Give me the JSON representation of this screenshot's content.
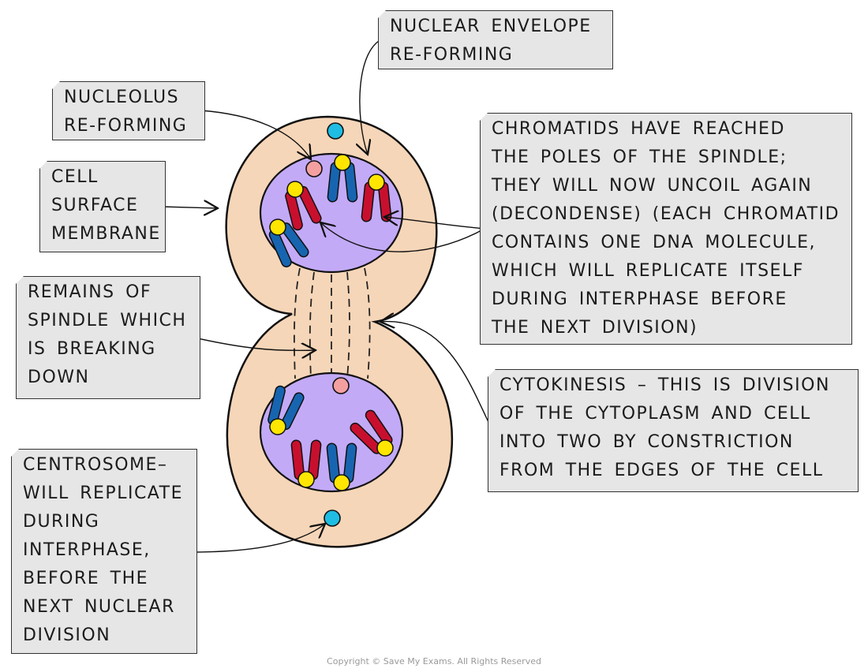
{
  "diagram": {
    "title": "Telophase and cytokinesis",
    "colors": {
      "cytoplasm": "#f6d6b8",
      "nucleus": "#c3aaf7",
      "label_box": "#e6e6e6",
      "chromatid_red": "#c8102e",
      "chromatid_blue": "#1765b0",
      "centromere": "#ffe600",
      "nucleolus": "#f4a0a0",
      "centrosome": "#1fbde3"
    },
    "labels": {
      "nuclear_envelope": [
        "NUCLEAR ENVELOPE",
        "RE-FORMING"
      ],
      "nucleolus": [
        "NUCLEOLUS",
        "RE-FORMING"
      ],
      "cell_membrane": [
        "CELL",
        "SURFACE",
        "MEMBRANE"
      ],
      "chromatids": [
        "CHROMATIDS HAVE REACHED",
        "THE POLES OF THE SPINDLE;",
        "THEY WILL NOW UNCOIL AGAIN",
        "(DECONDENSE) (EACH CHROMATID",
        "CONTAINS ONE DNA MOLECULE,",
        "WHICH WILL REPLICATE ITSELF",
        "DURING INTERPHASE BEFORE",
        "THE NEXT DIVISION)"
      ],
      "spindle": [
        "REMAINS OF",
        "SPINDLE WHICH",
        "IS BREAKING",
        "DOWN"
      ],
      "cytokinesis": [
        "CYTOKINESIS – THIS IS DIVISION",
        "OF THE CYTOPLASM AND CELL",
        "INTO TWO BY CONSTRICTION",
        "FROM THE EDGES OF THE CELL"
      ],
      "centrosome": [
        "CENTROSOME–",
        "WILL REPLICATE",
        "DURING",
        "INTERPHASE,",
        "BEFORE THE",
        "NEXT NUCLEAR",
        "DIVISION"
      ]
    },
    "copyright": "Copyright © Save My Exams. All Rights Reserved"
  }
}
